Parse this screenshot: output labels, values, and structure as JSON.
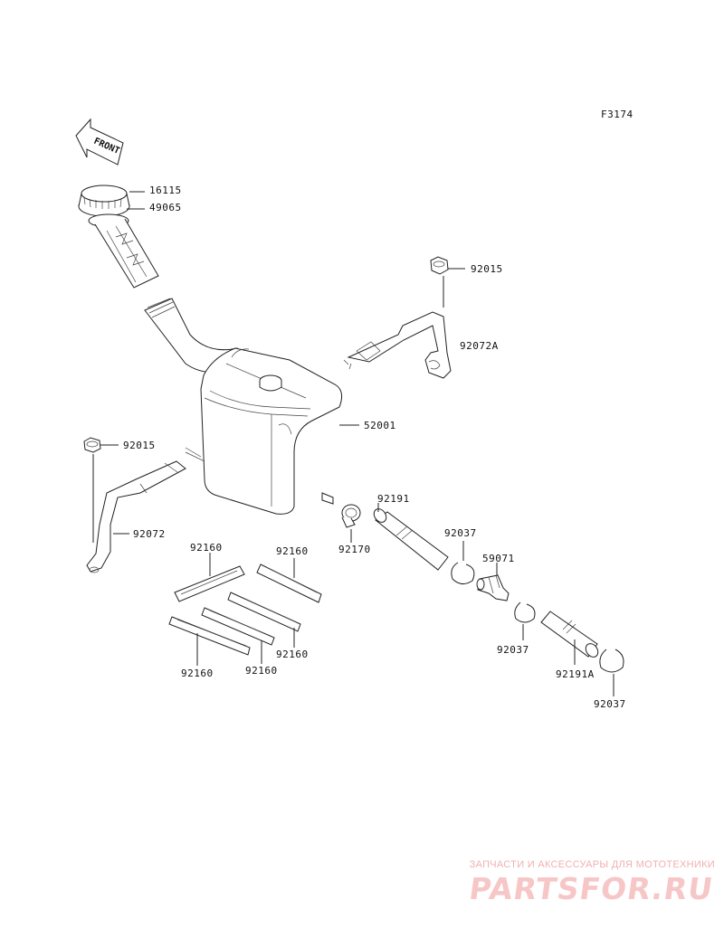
{
  "diagram": {
    "figure_code": "F3174",
    "front_label": "FRONT",
    "parts": {
      "cap": "16115",
      "filler_neck_upper": "49065",
      "nut_right": "92015",
      "bracket_right": "92072A",
      "tank": "52001",
      "nut_left": "92015",
      "bracket_left": "92072",
      "hose_upper": "92191",
      "clamp": "92170",
      "ring_1": "92037",
      "valve": "59071",
      "ring_2": "92037",
      "hose_lower": "92191A",
      "ring_3": "92037",
      "pad_1": "92160",
      "pad_2": "92160",
      "pad_3": "92160",
      "pad_4": "92160",
      "pad_5": "92160"
    }
  },
  "watermark": {
    "tagline": "ЗАПЧАСТИ И АКСЕССУАРЫ ДЛЯ МОТОТЕХНИКИ",
    "brand": "PARTSFOR.RU"
  }
}
